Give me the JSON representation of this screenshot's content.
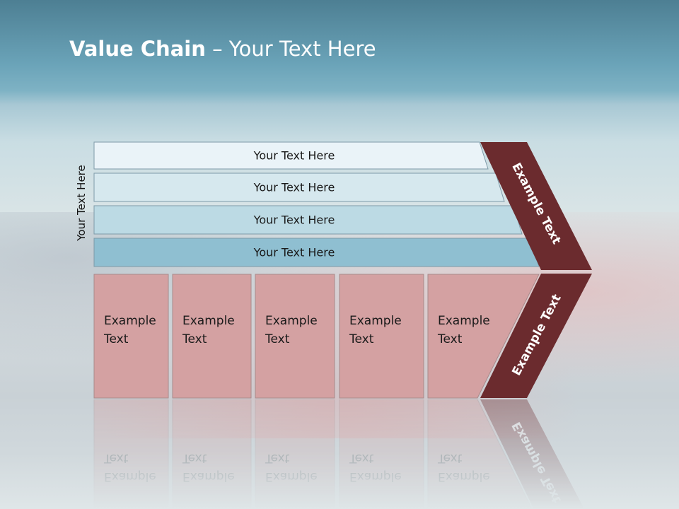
{
  "title": {
    "bold": "Value Chain",
    "rest": " – Your Text Here"
  },
  "side_label": "Your Text Here",
  "rows": [
    {
      "label": "Your Text Here",
      "color": "#eaf3f8"
    },
    {
      "label": "Your Text Here",
      "color": "#d6e8ee"
    },
    {
      "label": "Your Text Here",
      "color": "#bcdae4"
    },
    {
      "label": "Your Text Here",
      "color": "#8fbfd1"
    }
  ],
  "boxes": [
    {
      "line1": "Example",
      "line2": "Text"
    },
    {
      "line1": "Example",
      "line2": "Text"
    },
    {
      "line1": "Example",
      "line2": "Text"
    },
    {
      "line1": "Example",
      "line2": "Text"
    },
    {
      "line1": "Example",
      "line2": "Text"
    }
  ],
  "chevron": {
    "upper_label": "Example Text",
    "lower_label": "Example Text",
    "color": "#6b2b2e"
  },
  "colors": {
    "box": "#d4a1a2",
    "box_border": "#a98a8b",
    "row_border": "#7e9aa8"
  }
}
